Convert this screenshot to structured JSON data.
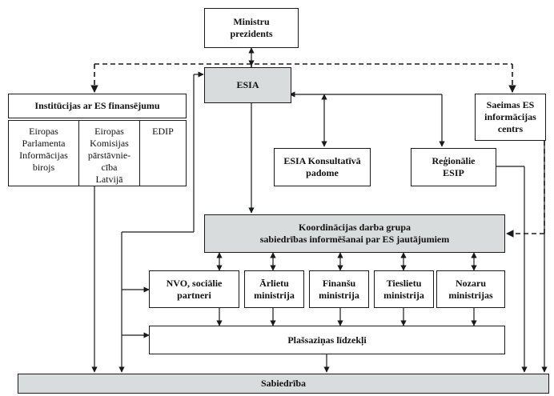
{
  "nodes": {
    "ministru_prezidents": "Ministru\nprezidents",
    "esia": "ESIA",
    "institucijas": "Institūcijas ar ES finansējumu",
    "eiropas_parlamenta": "Eiropas\nParlamenta\nInformācijas\nbirojs",
    "eiropas_komisijas": "Eiropas\nKomisijas\npārstāvnie-\ncība\nLatvijā",
    "edip": "EDIP",
    "saeimas": "Saeimas ES\ninformācijas\ncentrs",
    "esia_konsultativa": "ESIA Konsultatīvā\npadome",
    "regionalie_esip": "Reģionālie\nESIP",
    "koordinacijas": "Koordinācijas darba grupa\nsabiedrības informēšanai par ES jautājumiem",
    "nvo": "NVO, sociālie\npartneri",
    "arlietu": "Ārlietu\nministrija",
    "finansu": "Finanšu\nministrija",
    "tieslietu": "Tieslietu\nministrija",
    "nozaru": "Nozaru\nministrijas",
    "plassazinas": "Plašsaziņas līdzekļi",
    "sabiedriba": "Sabiedrība"
  },
  "colors": {
    "line": "#1a1a1a",
    "grey_fill": "#d9dcdc"
  }
}
